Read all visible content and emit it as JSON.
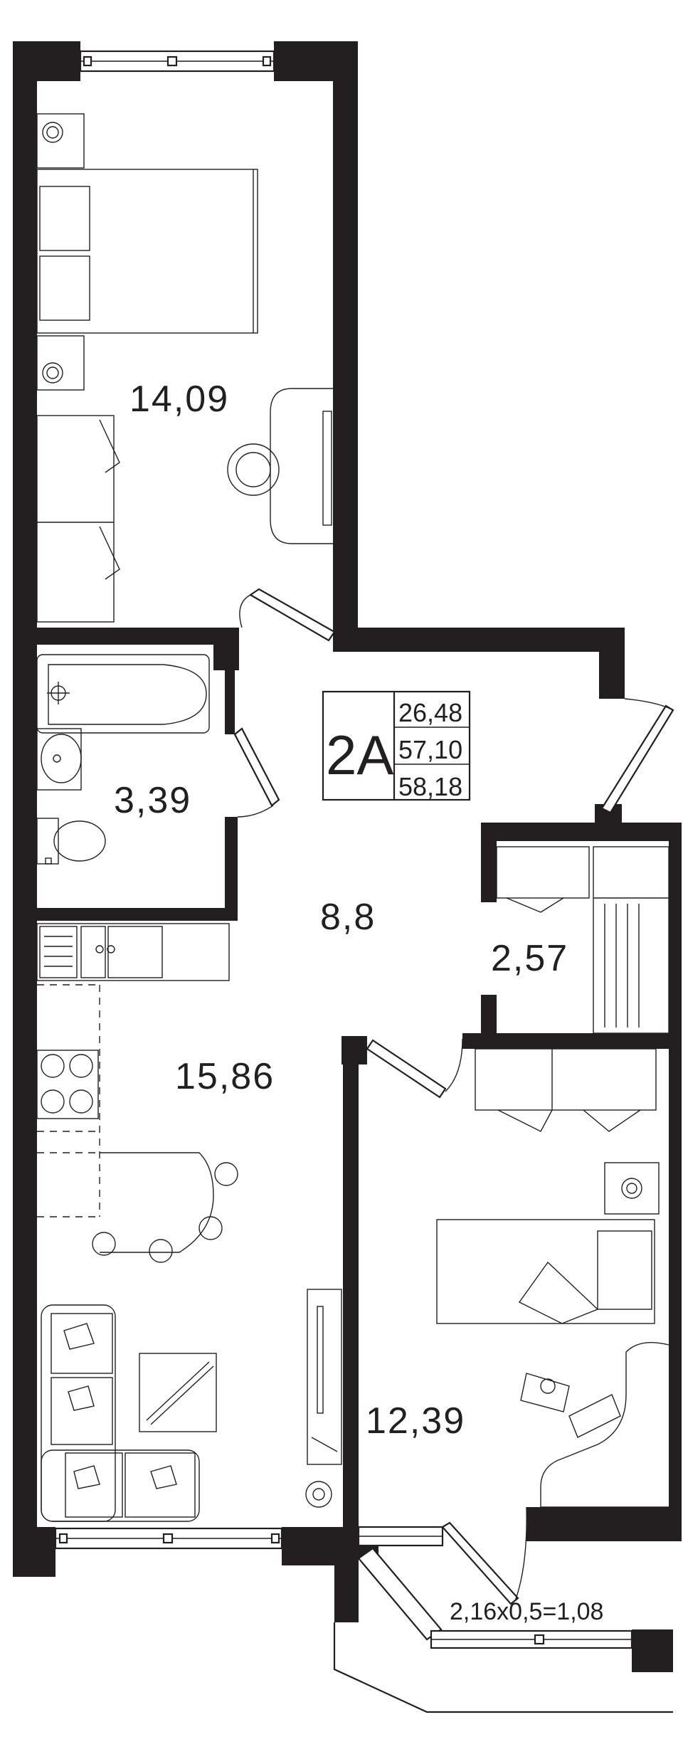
{
  "apartment": {
    "type_label": "2А",
    "areas": [
      "26,48",
      "57,10",
      "58,18"
    ]
  },
  "rooms": {
    "bedroom_top": "14,09",
    "bathroom": "3,39",
    "hall": "8,8",
    "storage": "2,57",
    "kitchen_living": "15,86",
    "bedroom_bottom": "12,39",
    "balcony": "2,16х0,5=1,08"
  },
  "colors": {
    "wall": "#231f20",
    "background": "#ffffff"
  }
}
